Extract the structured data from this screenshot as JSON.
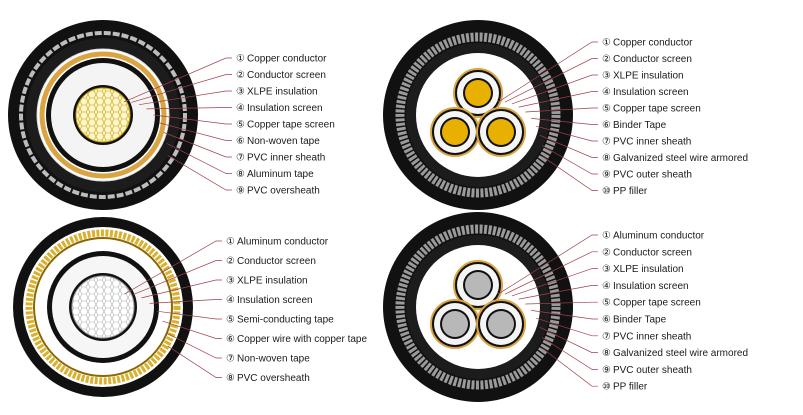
{
  "panels": [
    {
      "id": "p1",
      "labels": [
        {
          "num": "①",
          "text": "Copper conductor"
        },
        {
          "num": "②",
          "text": "Conductor screen"
        },
        {
          "num": "③",
          "text": "XLPE insulation"
        },
        {
          "num": "④",
          "text": "Insulation screen"
        },
        {
          "num": "⑤",
          "text": "Copper tape screen"
        },
        {
          "num": "⑥",
          "text": "Non-woven tape"
        },
        {
          "num": "⑦",
          "text": "PVC inner sheath"
        },
        {
          "num": "⑧",
          "text": "Aluminum tape"
        },
        {
          "num": "⑨",
          "text": "PVC oversheath"
        }
      ]
    },
    {
      "id": "p2",
      "labels": [
        {
          "num": "①",
          "text": "Copper conductor"
        },
        {
          "num": "②",
          "text": "Conductor screen"
        },
        {
          "num": "③",
          "text": "XLPE insulation"
        },
        {
          "num": "④",
          "text": "Insulation screen"
        },
        {
          "num": "⑤",
          "text": "Copper tape screen"
        },
        {
          "num": "⑥",
          "text": "Binder Tape"
        },
        {
          "num": "⑦",
          "text": "PVC inner sheath"
        },
        {
          "num": "⑧",
          "text": "Galvanized steel wire armored"
        },
        {
          "num": "⑨",
          "text": "PVC outer sheath"
        },
        {
          "num": "⑩",
          "text": "PP filler"
        }
      ]
    },
    {
      "id": "p3",
      "labels": [
        {
          "num": "①",
          "text": "Aluminum conductor"
        },
        {
          "num": "②",
          "text": "Conductor screen"
        },
        {
          "num": "③",
          "text": "XLPE insulation"
        },
        {
          "num": "④",
          "text": "Insulation screen"
        },
        {
          "num": "⑤",
          "text": "Semi-conducting tape"
        },
        {
          "num": "⑥",
          "text": "Copper wire with copper tape"
        },
        {
          "num": "⑦",
          "text": "Non-woven tape"
        },
        {
          "num": "⑧",
          "text": "PVC oversheath"
        }
      ]
    },
    {
      "id": "p4",
      "labels": [
        {
          "num": "①",
          "text": "Aluminum conductor"
        },
        {
          "num": "②",
          "text": "Conductor screen"
        },
        {
          "num": "③",
          "text": "XLPE insulation"
        },
        {
          "num": "④",
          "text": "Insulation screen"
        },
        {
          "num": "⑤",
          "text": "Copper tape screen"
        },
        {
          "num": "⑥",
          "text": "Binder Tape"
        },
        {
          "num": "⑦",
          "text": "PVC inner sheath"
        },
        {
          "num": "⑧",
          "text": "Galvanized steel wire armored"
        },
        {
          "num": "⑨",
          "text": "PVC outer sheath"
        },
        {
          "num": "⑩",
          "text": "PP filler"
        }
      ]
    }
  ],
  "colors": {
    "jacket": "#111111",
    "copper_tape": "#d9a441",
    "copper_core": "#e8b000",
    "aluminum_core": "#b8b8b8",
    "armor": "#9a9a9a",
    "leader": "#a0404a"
  }
}
